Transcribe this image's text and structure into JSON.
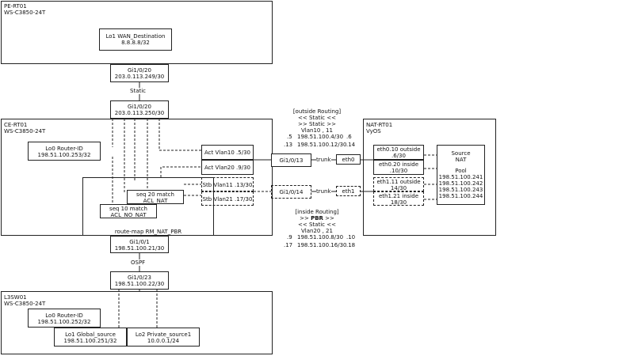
{
  "pe": {
    "name": "PE-RT01",
    "model": "WS-C3850-24T",
    "lo1_line1": "Lo1 WAN_Destination",
    "lo1_line2": "8.8.8.8/32",
    "gi_name": "Gi1/0/20",
    "gi_ip": "203.0.113.249/30"
  },
  "static_label": "Static",
  "ce": {
    "gi20_name": "Gi1/0/20",
    "gi20_ip": "203.0.113.250/30",
    "name": "CE-RT01",
    "model": "WS-C3850-24T",
    "lo0_line1": "Lo0 Router-ID",
    "lo0_line2": "198.51.100.253/32",
    "seq20_line1": "seq 20 match",
    "seq20_line2": "ACL_NAT",
    "seq10_line1": "seq 10 match",
    "seq10_line2": "ACL_NO_NAT",
    "routemap": "route-map RM_NAT_PBR",
    "act10": "Act Vlan10 .5/30",
    "act20": "Act Vlan20 .9/30",
    "stb11": "Stb Vlan11 .13/30",
    "stb21": "Stb Vlan21 .17/30",
    "gi13": "Gi1/0/13",
    "gi14": "Gi1/0/14",
    "gi1_name": "Gi1/0/1",
    "gi1_ip": "198.51.100.21/30"
  },
  "trunk1": "trunk",
  "trunk2": "trunk",
  "outside": {
    "l1": "[outside Routing]",
    "l2": "<< Static <<",
    "l3": ">> Static >>",
    "l4": "Vlan10 , 11",
    "r1a": ".5",
    "r1b": "198.51.100.4/30",
    "r1c": ".6",
    "r2a": ".13",
    "r2b": "198.51.100.12/30",
    "r2c": ".14"
  },
  "inside": {
    "l1": "[inside Routing]",
    "l2_pre": ">> ",
    "l2_bold": "PBR",
    "l2_post": " >>",
    "l3": "<< Static <<",
    "l4": "Vlan20 , 21",
    "r1a": ".9",
    "r1b": "198.51.100.8/30",
    "r1c": ".10",
    "r2a": ".17",
    "r2b": "198.51.100.16/30",
    "r2c": ".18"
  },
  "nat": {
    "name": "NAT-RT01",
    "os": "VyOS",
    "eth0": "eth0",
    "eth1": "eth1",
    "e010_l1": "eth0.10 outside",
    "e010_l2": ".6/30",
    "e020_l1": "eth0.20 inside",
    "e020_l2": ".10/30",
    "e111_l1": "eth1.11 outside",
    "e111_l2": "14/30",
    "e121_l1": "eth1.21 inside",
    "e121_l2": "18/30",
    "src1": "Source",
    "src2": "NAT",
    "pool": "Pool",
    "pool_ips": [
      "198.51.100.241",
      "198.51.100.242",
      "198.51.100.243",
      "198.51.100.244"
    ]
  },
  "ospf_label": "OSPF",
  "l3": {
    "gi_name": "Gi1/0/23",
    "gi_ip": "198.51.100.22/30",
    "name": "L3SW01",
    "model": "WS-C3850-24T",
    "lo0_line1": "Lo0 Router-ID",
    "lo0_line2": "198.51.100.252/32",
    "lo1_line1": "Lo1 Global_source",
    "lo1_line2": "198.51.100.251/32",
    "lo2_line1": "Lo2 Private_source1",
    "lo2_line2": "10.0.0.1/24"
  }
}
